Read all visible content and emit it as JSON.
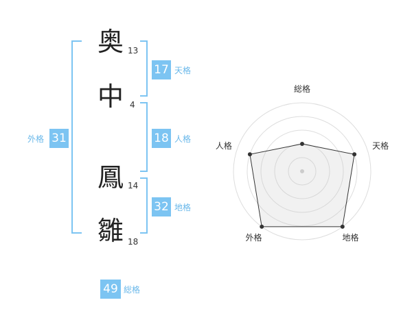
{
  "characters": [
    {
      "char": "奥",
      "strokes": "13"
    },
    {
      "char": "中",
      "strokes": "4"
    },
    {
      "char": "鳳",
      "strokes": "14"
    },
    {
      "char": "雛",
      "strokes": "18"
    }
  ],
  "fortunes": {
    "tenkaku": {
      "value": "17",
      "label": "天格"
    },
    "jinkaku": {
      "value": "18",
      "label": "人格"
    },
    "chikaku": {
      "value": "32",
      "label": "地格"
    },
    "gaikaku": {
      "value": "31",
      "label": "外格"
    },
    "soukaku": {
      "value": "49",
      "label": "総格"
    }
  },
  "colors": {
    "accent": "#7cc4f2",
    "bracket": "#7cc4f2",
    "text": "#222222"
  },
  "chart_data": {
    "type": "radar",
    "axes": [
      "総格",
      "天格",
      "地格",
      "外格",
      "人格"
    ],
    "values": [
      2,
      4,
      5,
      5,
      4
    ],
    "max": 5,
    "rings": 5
  }
}
